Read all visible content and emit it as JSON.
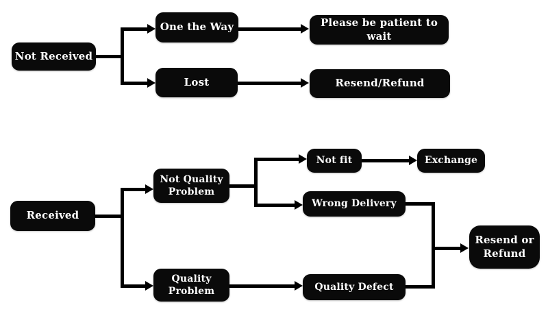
{
  "diagram": {
    "colors": {
      "background": "#ffffff",
      "node_bg": "#0a0a0a",
      "node_text": "#ffffff",
      "connector": "#000000"
    },
    "nodes": {
      "not_received": "Not Received",
      "one_the_way": "One the Way",
      "please_wait": "Please be patient to wait",
      "lost": "Lost",
      "resend_refund": "Resend/Refund",
      "received": "Received",
      "not_quality_problem": "Not Quality Problem",
      "not_fit": "Not fit",
      "exchange": "Exchange",
      "wrong_delivery": "Wrong Delivery",
      "quality_problem": "Quality Problem",
      "quality_defect": "Quality Defect",
      "resend_or_refund": "Resend or Refund"
    }
  }
}
